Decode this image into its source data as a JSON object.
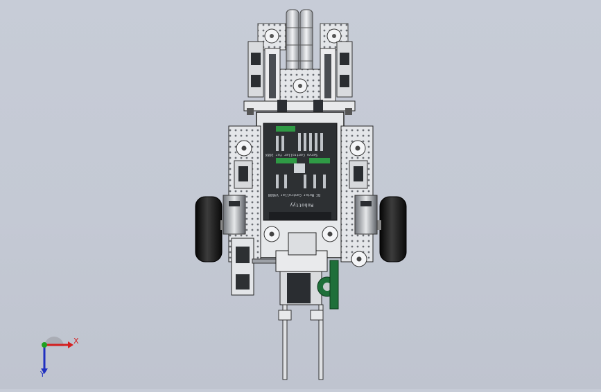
{
  "viewport": {
    "background_color": "#c5cad5",
    "model": "robot-assembly-top-view"
  },
  "board": {
    "brand_text": "Robottyy",
    "motor_text": "RC Motor Controller V4608",
    "servo_text": "Servo Controller for 16BX"
  },
  "triad": {
    "x_label": "X",
    "y_label": "Y",
    "x_color": "#d42020",
    "y_color": "#20a020",
    "z_color": "#2030c0"
  },
  "colors": {
    "frame": "#dfe1e4",
    "frame_dark": "#3a3d42",
    "wheel": "#151515",
    "pcb": "#2d3033",
    "gear": "#1f6f3a"
  }
}
